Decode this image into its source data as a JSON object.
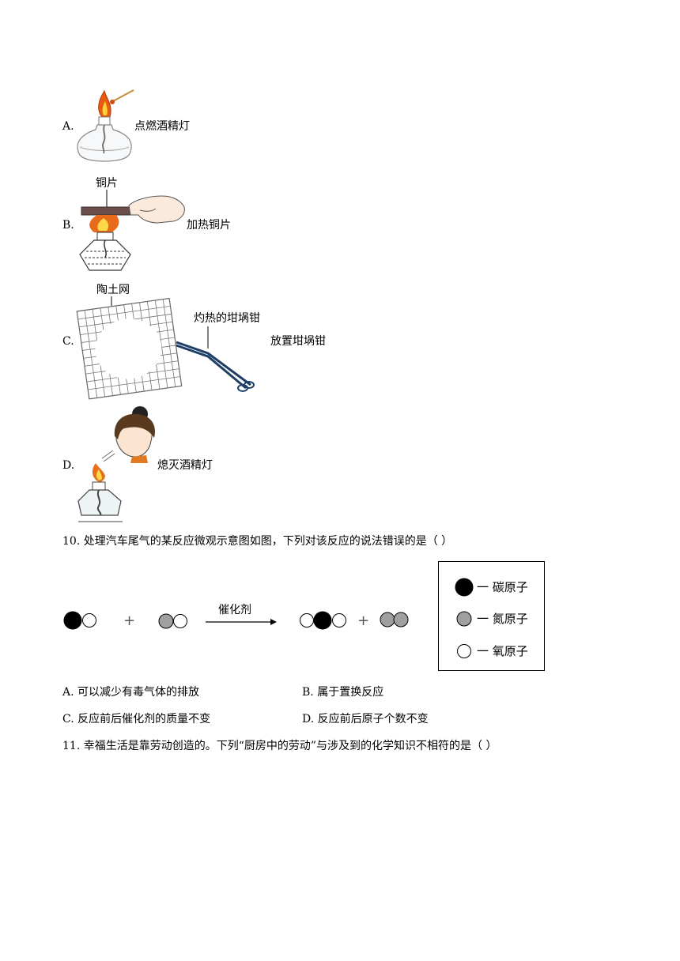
{
  "q9": {
    "options": [
      {
        "letter": "A.",
        "caption": "点燃酒精灯"
      },
      {
        "letter": "B.",
        "caption": "加热铜片",
        "fig_label": "铜片"
      },
      {
        "letter": "C.",
        "caption": "放置坩埚钳",
        "fig_label_net": "陶土网",
        "fig_label_tongs": "灼热的坩埚钳"
      },
      {
        "letter": "D.",
        "caption": "熄灭酒精灯"
      }
    ]
  },
  "q10": {
    "stem": "10. 处理汽车尾气的某反应微观示意图如图，下列对该反应的说法错误的是（    ）",
    "diagram": {
      "catalyst": "催化剂",
      "plus": "+",
      "legend": [
        {
          "symbol": "black-circle",
          "text": "一 碳原子",
          "color": "#000000"
        },
        {
          "symbol": "gray-circle",
          "text": "一 氮原子",
          "color": "#a0a0a0"
        },
        {
          "symbol": "white-circle",
          "text": "一 氧原子",
          "color": "#ffffff"
        }
      ]
    },
    "choices": [
      {
        "letter": "A.",
        "text": "可以减少有毒气体的排放"
      },
      {
        "letter": "B.",
        "text": "属于置换反应"
      },
      {
        "letter": "C.",
        "text": "反应前后催化剂的质量不变"
      },
      {
        "letter": "D.",
        "text": "反应前后原子个数不变"
      }
    ]
  },
  "q11": {
    "stem": "11. 幸福生活是靠劳动创造的。下列“厨房中的劳动”与涉及到的化学知识不相符的是（    ）"
  }
}
